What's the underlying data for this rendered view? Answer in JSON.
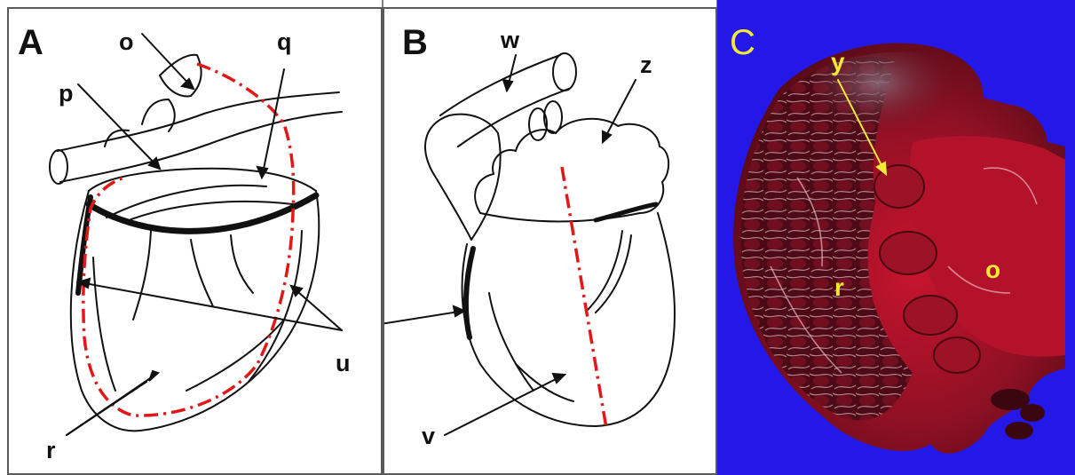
{
  "panels": {
    "a": {
      "letter": "A",
      "labels": {
        "o": "o",
        "p": "p",
        "q": "q",
        "r": "r",
        "u": "u"
      }
    },
    "b": {
      "letter": "B",
      "labels": {
        "w": "w",
        "z": "z",
        "v": "v"
      }
    },
    "c": {
      "letter": "C",
      "labels": {
        "y": "y",
        "r": "r",
        "o": "o"
      }
    }
  },
  "colors": {
    "ink": "#111111",
    "dash_line": "#e01818",
    "photo_background": "#2418e8",
    "photo_label": "#f2ea34",
    "tissue_dark": "#5a0d1a",
    "tissue_red": "#b3122a"
  }
}
